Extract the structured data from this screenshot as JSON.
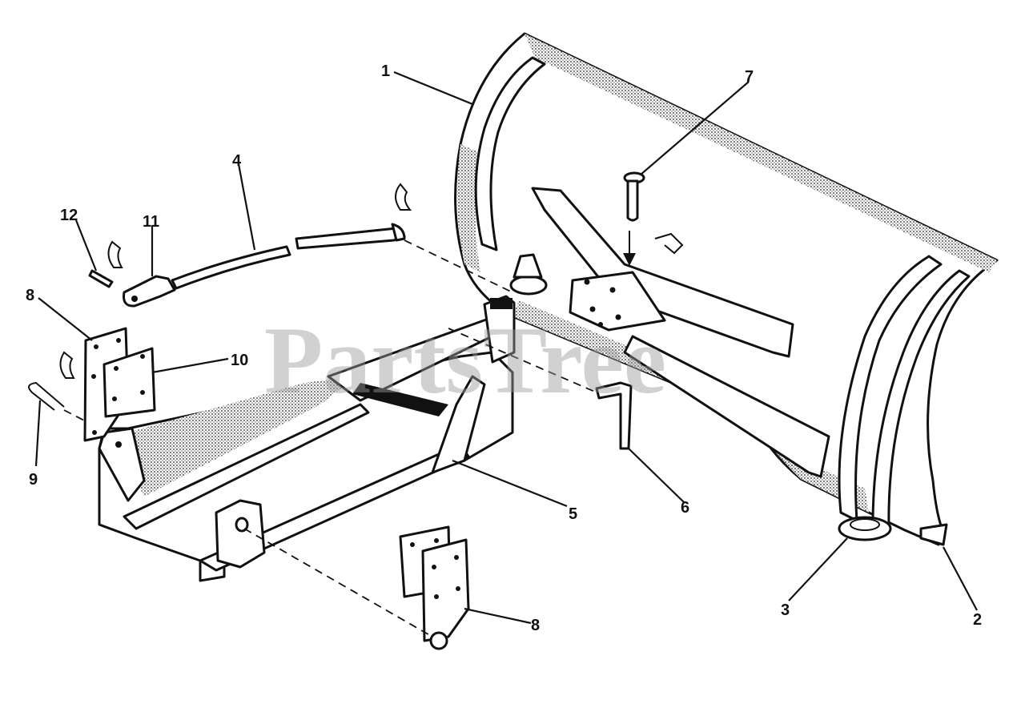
{
  "watermark": "PartsTree",
  "callouts": [
    {
      "id": "1",
      "label": "1"
    },
    {
      "id": "2",
      "label": "2"
    },
    {
      "id": "3",
      "label": "3"
    },
    {
      "id": "4",
      "label": "4"
    },
    {
      "id": "5",
      "label": "5"
    },
    {
      "id": "6",
      "label": "6"
    },
    {
      "id": "7",
      "label": "7"
    },
    {
      "id": "8a",
      "label": "8"
    },
    {
      "id": "8b",
      "label": "8"
    },
    {
      "id": "9",
      "label": "9"
    },
    {
      "id": "10",
      "label": "10"
    },
    {
      "id": "11",
      "label": "11"
    },
    {
      "id": "12",
      "label": "12"
    }
  ]
}
